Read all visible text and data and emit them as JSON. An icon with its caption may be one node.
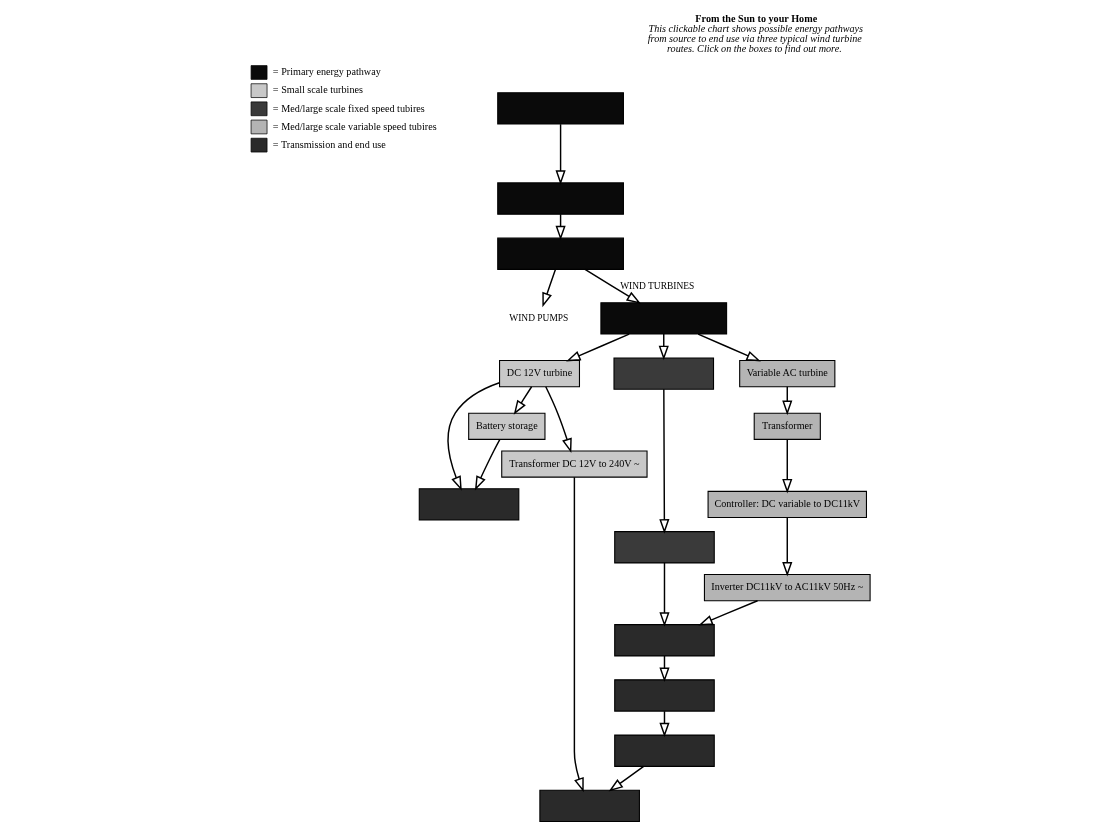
{
  "diagram": {
    "title": "From the Sun to your Home",
    "caption": "This clickable chart shows possible energy pathways from source to end use via three typical wind turbine routes. Click on the boxes to find out more.",
    "nodes": [
      {
        "text": [],
        "shape": "box"
      },
      {
        "text": [],
        "shape": "box"
      },
      {
        "text": [],
        "shape": "box"
      },
      {
        "text": [
          "WIND PUMPS"
        ]
      },
      {
        "text": [],
        "shape": "box"
      },
      {
        "text": [
          "DC 12V turbine"
        ]
      },
      {
        "text": [
          "Battery storage"
        ]
      },
      {
        "text": [
          "Transformer DC 12V to 240V ~"
        ]
      },
      {
        "text": [],
        "shape": "box"
      },
      {
        "text": [],
        "shape": "box"
      },
      {
        "text": [
          "Variable AC turbine"
        ]
      },
      {
        "text": [
          "Transformer"
        ]
      },
      {
        "text": [
          "Controller: DC variable to DC11kV"
        ]
      },
      {
        "text": [
          "Inverter DC11kV to AC11kV 50Hz ~"
        ]
      },
      {
        "text": [],
        "shape": "box"
      },
      {
        "text": [],
        "shape": "box"
      },
      {
        "text": [],
        "shape": "box"
      },
      {
        "text": [],
        "shape": "box"
      },
      {
        "text": [],
        "shape": "box"
      }
    ],
    "edges": [
      {
        "from": 0,
        "to": 1,
        "arrow": "to"
      },
      {
        "from": 1,
        "to": 2,
        "arrow": "to"
      },
      {
        "from": 2,
        "to": 3,
        "arrow": "to"
      },
      {
        "from": 2,
        "to": 4,
        "arrow": "to",
        "label": "WIND TURBINES"
      },
      {
        "from": 4,
        "to": 5,
        "arrow": "to"
      },
      {
        "from": 5,
        "to": 6,
        "arrow": "to"
      },
      {
        "from": 5,
        "to": 7,
        "arrow": "to"
      },
      {
        "from": 5,
        "to": 18,
        "arrow": "to"
      },
      {
        "from": 6,
        "to": 18,
        "arrow": "to"
      },
      {
        "from": 4,
        "to": 10,
        "arrow": "to"
      },
      {
        "from": 10,
        "to": 11,
        "arrow": "to"
      },
      {
        "from": 11,
        "to": 12,
        "arrow": "to"
      },
      {
        "from": 12,
        "to": 13,
        "arrow": "to"
      },
      {
        "from": 13,
        "to": 14,
        "arrow": "to"
      },
      {
        "from": 4,
        "to": 8,
        "arrow": "to"
      },
      {
        "from": 8,
        "to": 9,
        "arrow": "to"
      },
      {
        "from": 9,
        "to": 14,
        "arrow": "to"
      },
      {
        "from": 14,
        "to": 15,
        "arrow": "to"
      },
      {
        "from": 15,
        "to": 16,
        "arrow": "to"
      },
      {
        "from": 16,
        "to": 17,
        "arrow": "to"
      },
      {
        "from": 7,
        "to": 17,
        "arrow": "to"
      }
    ],
    "legend": [
      {
        "text": "= Primary energy pathway",
        "color": "#0a0a0a"
      },
      {
        "text": "= Small scale turbines",
        "color": "#c8c8c8"
      },
      {
        "text": "= Med/large scale fixed speed tubires",
        "color": "#3a3a3a"
      },
      {
        "text": "= Med/large scale variable speed tubires",
        "color": "#b4b4b4"
      },
      {
        "text": "= Transmission and end use",
        "color": "#2a2a2a"
      }
    ]
  }
}
